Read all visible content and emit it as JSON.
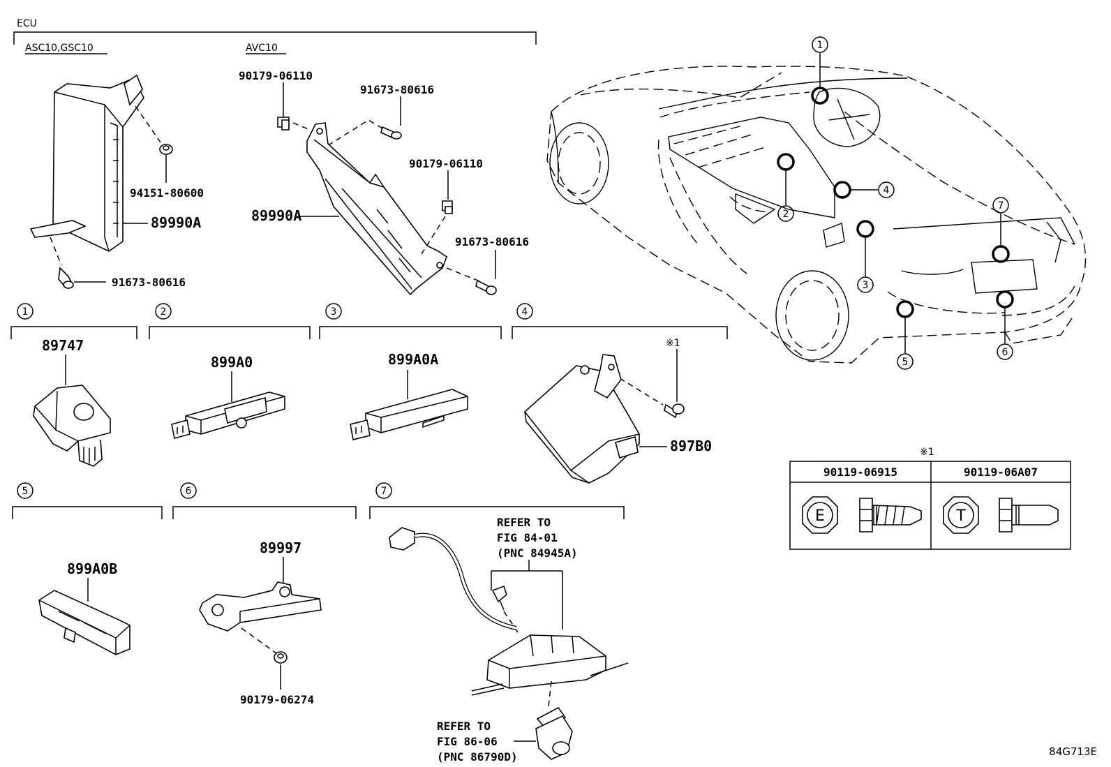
{
  "header": {
    "group_label": "ECU",
    "variant_a": "ASC10,GSC10",
    "variant_b": "AVC10"
  },
  "ecu_parts": {
    "ecu_a": "89990A",
    "ecu_b": "89990A",
    "nut_a": "94151-80600",
    "screw_a": "91673-80616",
    "clip_b1": "90179-06110",
    "screw_b1": "91673-80616",
    "clip_b2": "90179-06110",
    "screw_b2": "91673-80616"
  },
  "sections": [
    {
      "num": "1",
      "part": "89747"
    },
    {
      "num": "2",
      "part": "899A0"
    },
    {
      "num": "3",
      "part": "899A0A"
    },
    {
      "num": "4",
      "part": "897B0",
      "fastener_note": "※1"
    },
    {
      "num": "5",
      "part": "899A0B"
    },
    {
      "num": "6",
      "part": "89997",
      "fastener": "90179-06274"
    },
    {
      "num": "7",
      "ref1": [
        "REFER TO",
        "FIG 84-01",
        "(PNC 84945A)"
      ],
      "ref2": [
        "REFER TO",
        "FIG 86-06",
        "(PNC 86790D)"
      ]
    }
  ],
  "car_callouts": [
    "1",
    "2",
    "3",
    "4",
    "5",
    "6",
    "7"
  ],
  "fastener_table": {
    "title": "※1",
    "columns": [
      {
        "part": "90119-06915",
        "mark": "E"
      },
      {
        "part": "90119-06A07",
        "mark": "T"
      }
    ]
  },
  "figure_id": "84G713E"
}
